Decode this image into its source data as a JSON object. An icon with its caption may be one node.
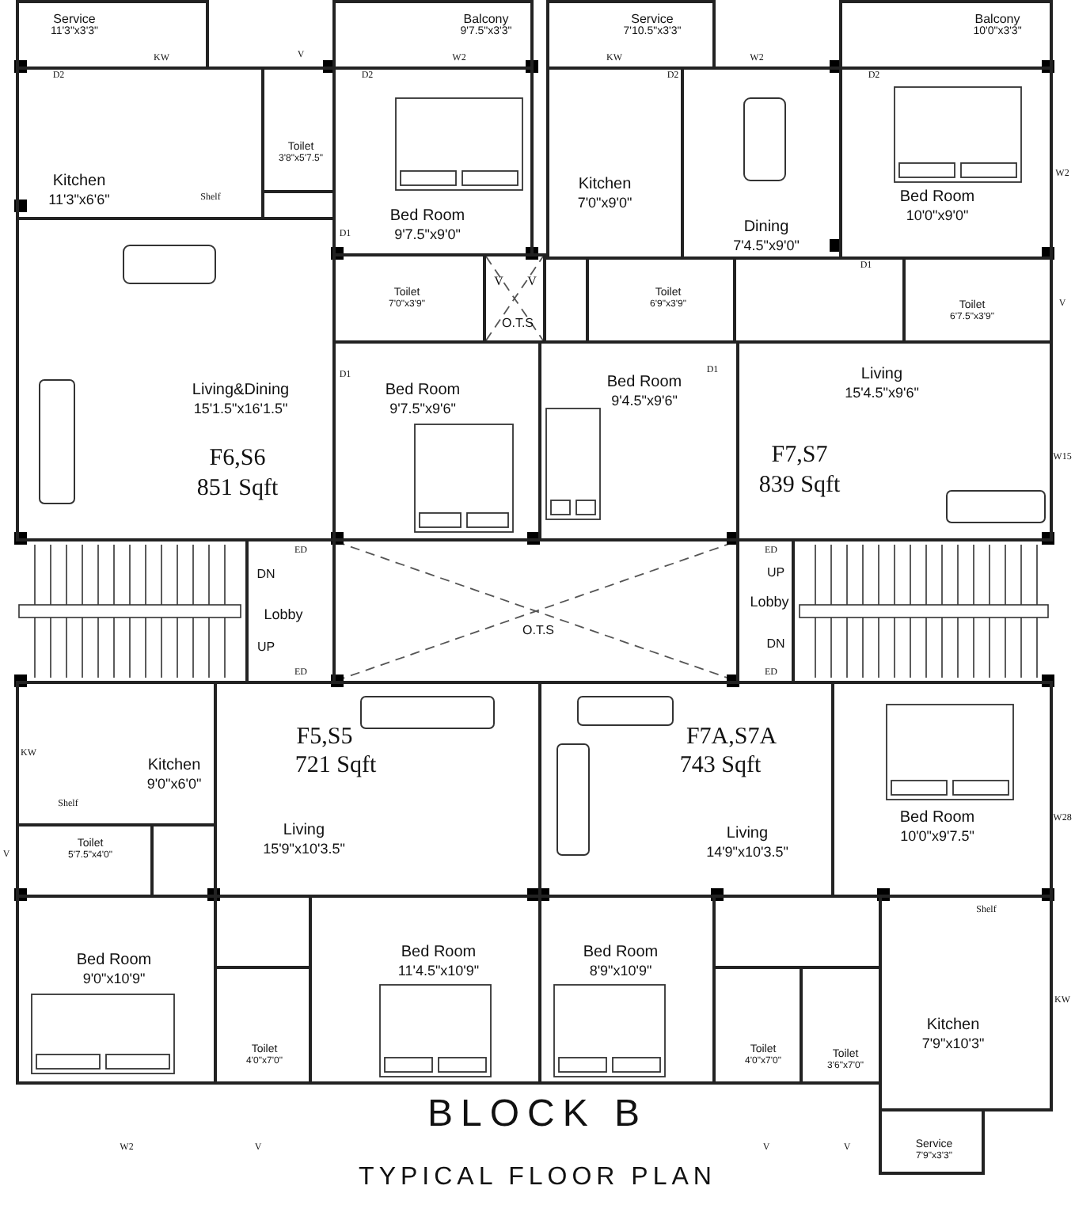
{
  "diagram": {
    "title": "BLOCK B",
    "caption": "TYPICAL FLOOR PLAN",
    "nodes": [
      {
        "text": [
          "Service",
          "11'3\"x3'3\""
        ]
      },
      {
        "text": [
          "Kitchen",
          "11'3\"x6'6\""
        ]
      },
      {
        "text": [
          "Toilet",
          "3'8\"x5'7.5\""
        ]
      },
      {
        "text": [
          "Balcony",
          "9'7.5\"x3'3\""
        ]
      },
      {
        "text": [
          "Bed Room",
          "9'7.5\"x9'0\""
        ]
      },
      {
        "text": [
          "Toilet",
          "7'0\"x3'9\""
        ]
      },
      {
        "text": [
          "O.T.S"
        ]
      },
      {
        "text": [
          "Living&Dining",
          "15'1.5\"x16'1.5\""
        ]
      },
      {
        "text": [
          "Bed Room",
          "9'7.5\"x9'6\""
        ]
      },
      {
        "text": [
          "Service",
          "7'10.5\"x3'3\""
        ]
      },
      {
        "text": [
          "Kitchen",
          "7'0\"x9'0\""
        ]
      },
      {
        "text": [
          "Dining",
          "7'4.5\"x9'0\""
        ]
      },
      {
        "text": [
          "Balcony",
          "10'0\"x3'3\""
        ]
      },
      {
        "text": [
          "Bed Room",
          "10'0\"x9'0\""
        ]
      },
      {
        "text": [
          "Toilet",
          "6'9\"x3'9\""
        ]
      },
      {
        "text": [
          "Toilet",
          "6'7.5\"x3'9\""
        ]
      },
      {
        "text": [
          "Bed Room",
          "9'4.5\"x9'6\""
        ]
      },
      {
        "text": [
          "Living",
          "15'4.5\"x9'6\""
        ]
      },
      {
        "text": [
          "Lobby"
        ]
      },
      {
        "text": [
          "O.T.S"
        ]
      },
      {
        "text": [
          "Lobby"
        ]
      },
      {
        "text": [
          "Kitchen",
          "9'0\"x6'0\""
        ]
      },
      {
        "text": [
          "Toilet",
          "5'7.5\"x4'0\""
        ]
      },
      {
        "text": [
          "Living",
          "15'9\"x10'3.5\""
        ]
      },
      {
        "text": [
          "Bed Room",
          "9'0\"x10'9\""
        ]
      },
      {
        "text": [
          "Toilet",
          "4'0\"x7'0\""
        ]
      },
      {
        "text": [
          "Bed Room",
          "11'4.5\"x10'9\""
        ]
      },
      {
        "text": [
          "Bed Room",
          "8'9\"x10'9\""
        ]
      },
      {
        "text": [
          "Toilet",
          "4'0\"x7'0\""
        ]
      },
      {
        "text": [
          "Toilet",
          "3'6\"x7'0\""
        ]
      },
      {
        "text": [
          "Living",
          "14'9\"x10'3.5\""
        ]
      },
      {
        "text": [
          "Bed Room",
          "10'0\"x9'7.5\""
        ]
      },
      {
        "text": [
          "Kitchen",
          "7'9\"x10'3\""
        ]
      },
      {
        "text": [
          "Service",
          "7'9\"x3'3\""
        ]
      }
    ],
    "labels": [
      "KW",
      "V",
      "W2",
      "KW",
      "W2",
      "D2",
      "D2",
      "D2",
      "D2",
      "W2",
      "Shelf",
      "D1",
      "D1",
      "V",
      "V",
      "V",
      "D1",
      "D1",
      "F6,S6",
      "851 Sqft",
      "F7,S7",
      "839 Sqft",
      "W15",
      "ED",
      "ED",
      "DN",
      "UP",
      "UP",
      "DN",
      "ED",
      "ED",
      "F5,S5",
      "721 Sqft",
      "F7A,S7A",
      "743 Sqft",
      "KW",
      "Shelf",
      "W28",
      "V",
      "Shelf",
      "KW",
      "W2",
      "V",
      "V",
      "V"
    ]
  }
}
